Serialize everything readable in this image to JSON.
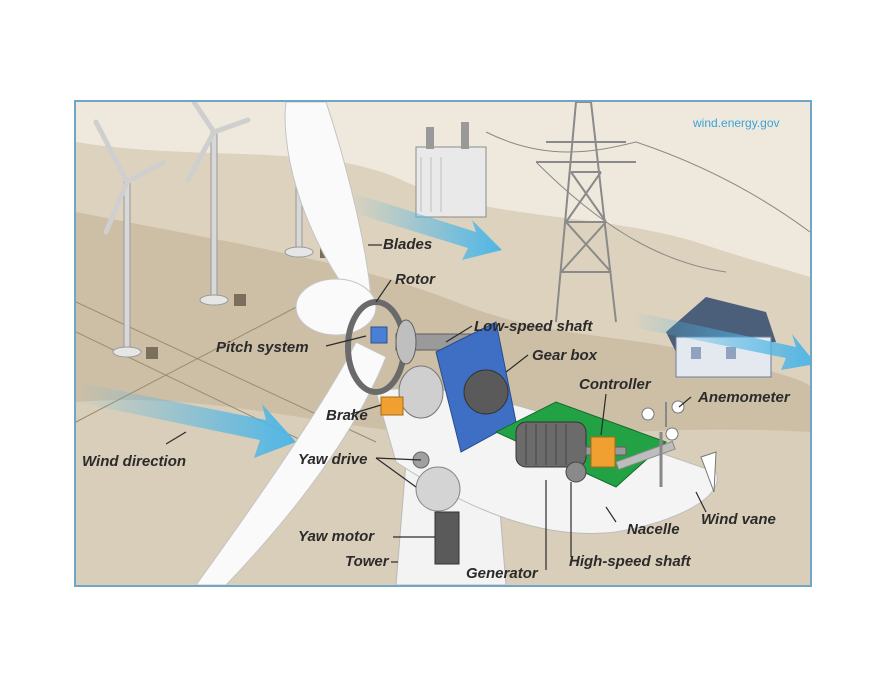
{
  "source": "wind.energy.gov",
  "labels": {
    "blades": "Blades",
    "rotor": "Rotor",
    "pitch_system": "Pitch system",
    "low_speed_shaft": "Low-speed shaft",
    "gear_box": "Gear box",
    "controller": "Controller",
    "anemometer": "Anemometer",
    "brake": "Brake",
    "wind_direction": "Wind direction",
    "yaw_drive": "Yaw drive",
    "yaw_motor": "Yaw motor",
    "tower": "Tower",
    "generator": "Generator",
    "high_speed_shaft": "High-speed shaft",
    "nacelle": "Nacelle",
    "wind_vane": "Wind vane"
  },
  "colors": {
    "border": "#6fa6c8",
    "arrow": "#4fb6e6",
    "gearbox": "#3f6fc4",
    "controller": "#f0a030",
    "generator_base": "#22a244",
    "ground": "#c9bba2"
  }
}
